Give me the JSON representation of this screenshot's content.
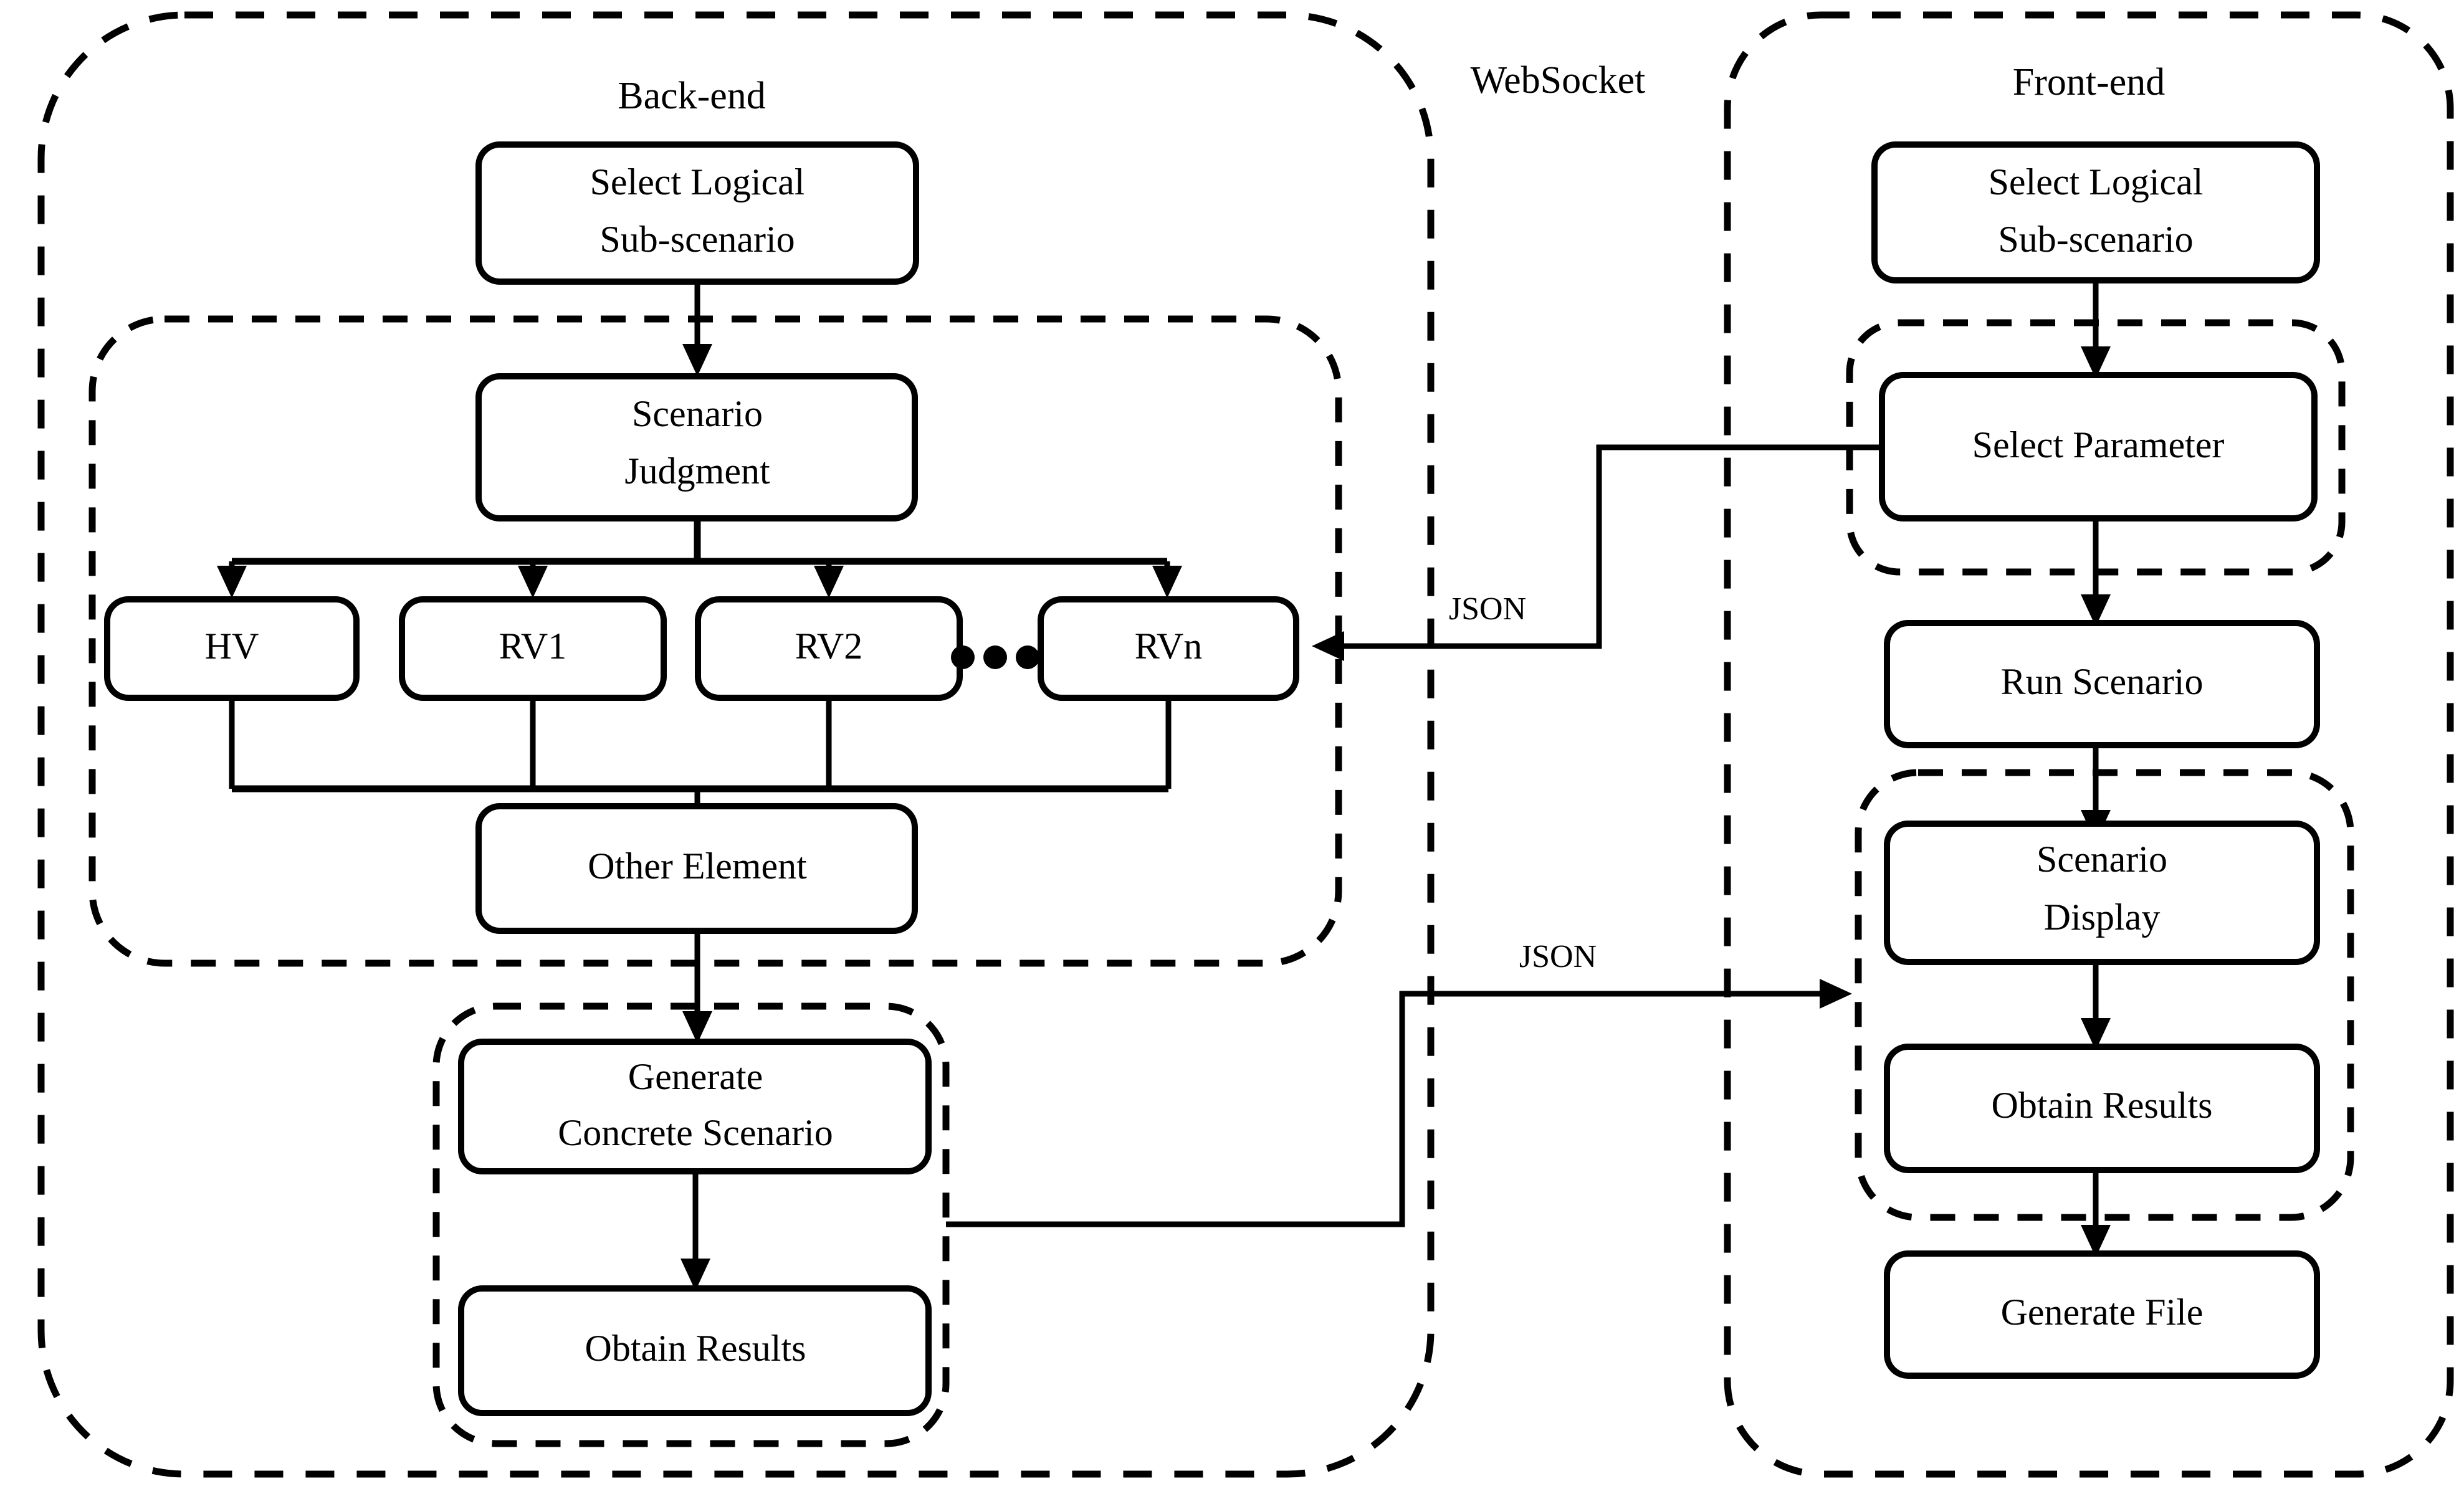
{
  "diagram": {
    "title_backend": "Back-end",
    "title_websocket": "WebSocket",
    "title_frontend": "Front-end",
    "backend": {
      "select_logical_sub_scenario": "Select Logical\nSub-scenario",
      "select_logical_sub_scenario_line1": "Select Logical",
      "select_logical_sub_scenario_line2": "Sub-scenario",
      "scenario_judgment_line1": "Scenario",
      "scenario_judgment_line2": "Judgment",
      "hv": "HV",
      "rv1": "RV1",
      "rv2": "RV2",
      "ellipsis": "• • •",
      "rvn": "RVn",
      "other_element": "Other Element",
      "generate_concrete_scenario_line1": "Generate",
      "generate_concrete_scenario_line2": "Concrete Scenario",
      "obtain_results": "Obtain Results"
    },
    "frontend": {
      "select_logical_sub_scenario_line1": "Select Logical",
      "select_logical_sub_scenario_line2": "Sub-scenario",
      "select_parameter": "Select Parameter",
      "run_scenario": "Run Scenario",
      "scenario_display_line1": "Scenario",
      "scenario_display_line2": "Display",
      "obtain_results": "Obtain Results",
      "generate_file": "Generate File"
    },
    "edges": {
      "json_up": "JSON",
      "json_down": "JSON"
    },
    "colors": {
      "stroke": "#000000",
      "background": "#ffffff"
    }
  }
}
